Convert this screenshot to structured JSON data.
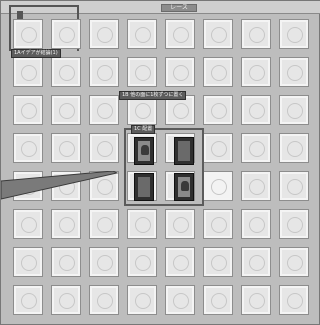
{
  "topbar": {
    "highlight_label": "レース"
  },
  "tab": {
    "label": ""
  },
  "labels": {
    "top_left": "1Aイデアが結論(1)",
    "mid": "1B 他の面に1枚ずつに置く",
    "small": "1C 配置"
  },
  "grid": {
    "rows": 8,
    "cols": 8
  },
  "cards": [
    {
      "name": "card-portrait-1",
      "kind": "picture"
    },
    {
      "name": "card-back-1",
      "kind": "back"
    },
    {
      "name": "card-back-2",
      "kind": "back"
    },
    {
      "name": "card-portrait-2",
      "kind": "picture"
    }
  ],
  "colors": {
    "board": "#bdbdbd",
    "cell": "#e6e6e6",
    "label": "#5c5c5c"
  }
}
